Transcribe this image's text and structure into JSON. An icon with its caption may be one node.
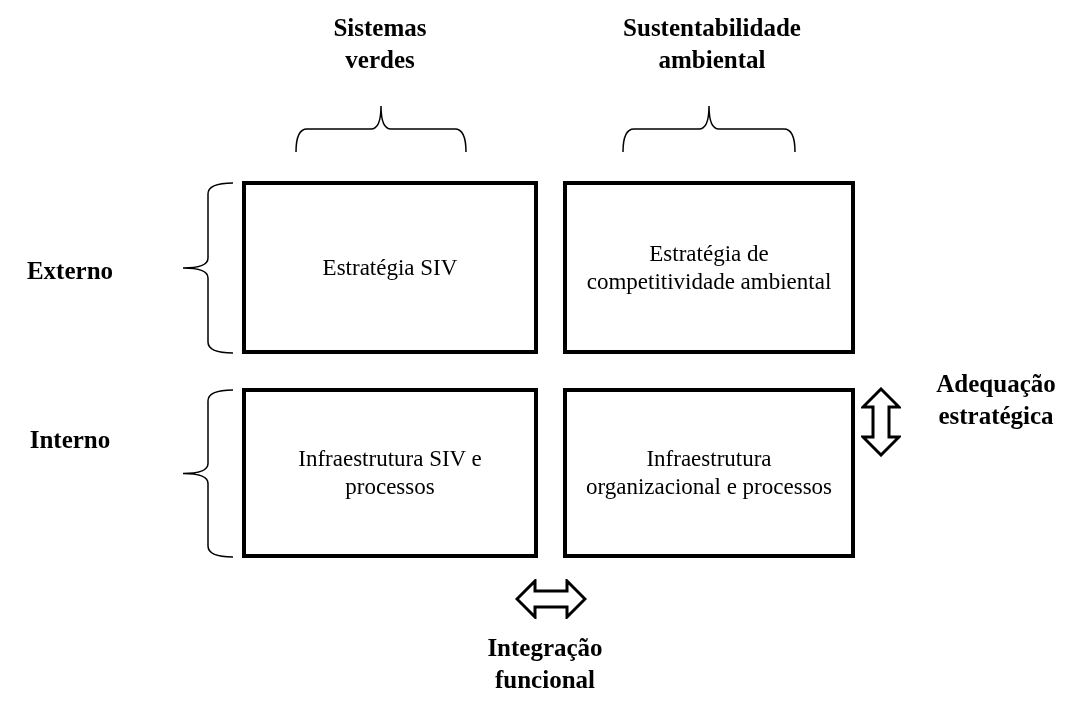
{
  "diagram": {
    "nodes": [
      {
        "text": [
          "Estratégia SIV"
        ]
      },
      {
        "text": [
          "Estratégia de competitividade ambiental"
        ]
      },
      {
        "text": [
          "Infraestrutura SIV e processos"
        ]
      },
      {
        "text": [
          "Infraestrutura organizacional e processos"
        ]
      }
    ],
    "labels": [
      "Sistemas verdes",
      "Sustentabilidade ambiental",
      "Externo",
      "Interno",
      "Adequação estratégica",
      "Integração funcional"
    ]
  }
}
